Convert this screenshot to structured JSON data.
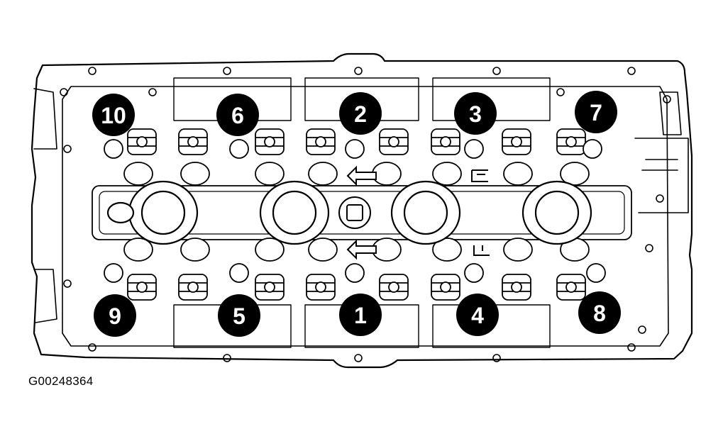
{
  "figure_code": "G00248364",
  "colors": {
    "ink": "#000000",
    "paper": "#ffffff",
    "badge_fill": "#000000",
    "badge_text": "#ffffff"
  },
  "bolt_sequence": [
    {
      "label": "10"
    },
    {
      "label": "6"
    },
    {
      "label": "2"
    },
    {
      "label": "3"
    },
    {
      "label": "7"
    },
    {
      "label": "9"
    },
    {
      "label": "5"
    },
    {
      "label": "1"
    },
    {
      "label": "4"
    },
    {
      "label": "8"
    }
  ]
}
